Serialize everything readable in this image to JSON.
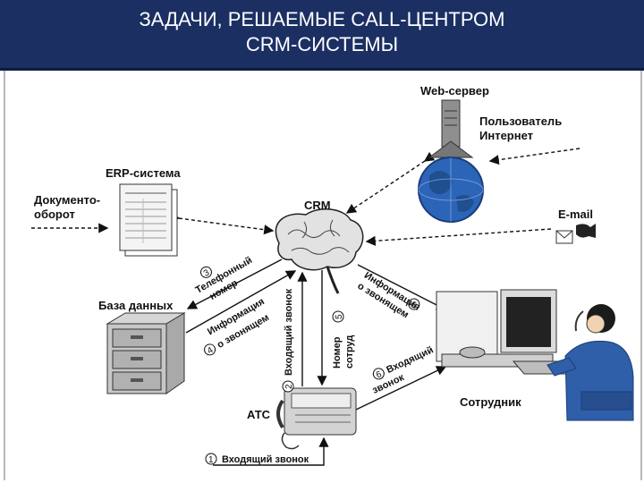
{
  "title": {
    "line1": "ЗАДАЧИ, РЕШАЕМЫЕ CALL-ЦЕНТРОМ",
    "line2": "CRM-СИСТЕМЫ"
  },
  "diagram": {
    "nodes": {
      "web_server": "Web-сервер",
      "internet_user_1": "Пользователь",
      "internet_user_2": "Интернет",
      "erp": "ERP-система",
      "docflow_1": "Документо-",
      "docflow_2": "оборот",
      "crm": "CRM",
      "email": "E-mail",
      "database": "База данных",
      "employee": "Сотрудник",
      "pbx": "АТС"
    },
    "flows": {
      "f1_num": "1",
      "f1_text": "Входящий звонок",
      "f2_num": "2",
      "f2_text": "Входящий звонок",
      "f3_num": "3",
      "f3_text1": "Телефонный",
      "f3_text2": "номер",
      "f4_num": "4",
      "f4_text1": "Информация",
      "f4_text2": "о звонящем",
      "f5_num": "5",
      "f5_text1": "Номер",
      "f5_text2": "сотруд",
      "f6a_num": "6",
      "f6a_text1": "Информация",
      "f6a_text2": "о звонящем",
      "f6b_num": "6",
      "f6b_text1": "Входящий",
      "f6b_text2": "звонок"
    }
  },
  "colors": {
    "header": "#1b2f63",
    "globe": "#2c64b8",
    "uniform": "#2f5fa8"
  }
}
